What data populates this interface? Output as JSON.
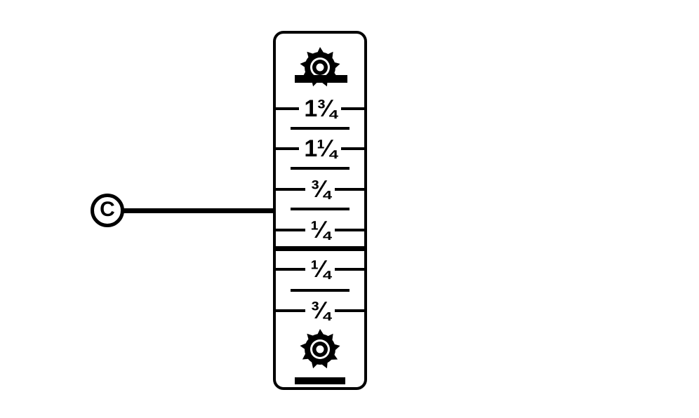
{
  "callout": {
    "label": "C"
  },
  "scale": {
    "labels": [
      "1¾",
      "1¼",
      "¾",
      "¼",
      "¼",
      "¾"
    ],
    "zero_line": "zero reference line",
    "minor_tick": "unlabeled half-increment tick"
  },
  "icons": {
    "top": "saw-blade-through-table-icon",
    "bottom": "saw-blade-above-table-icon"
  },
  "colors": {
    "line": "#000000",
    "background": "#ffffff"
  }
}
